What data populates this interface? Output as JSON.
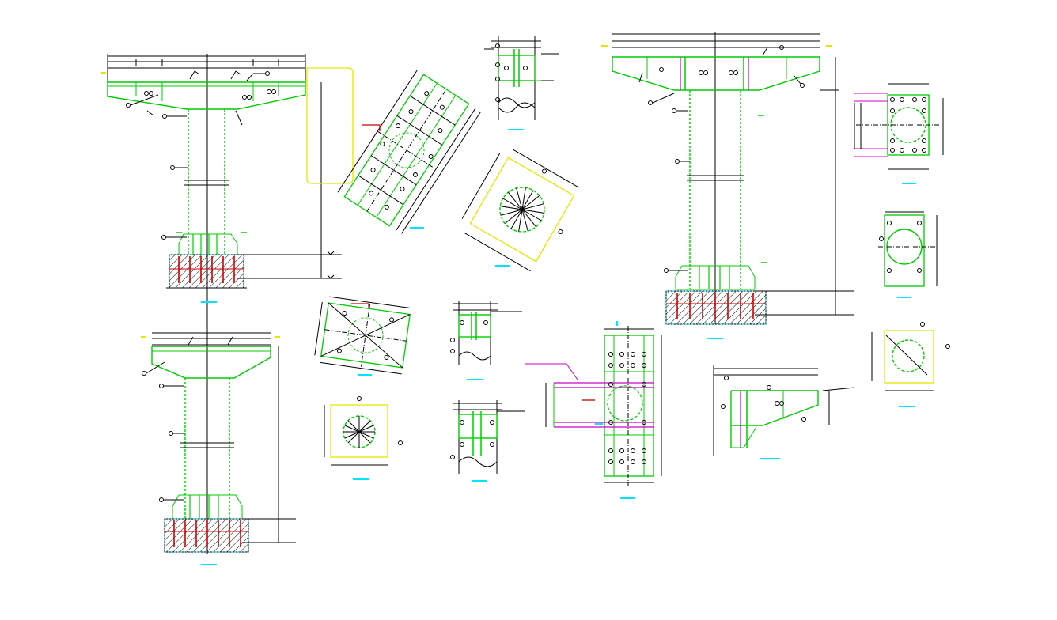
{
  "drawing": {
    "colors": {
      "background": "#ffffff",
      "outline": "#000000",
      "steel": "#00cc00",
      "hatch_fill": "#000000",
      "rebar": "#cc0000",
      "grout": "#00bcd4",
      "plate": "#e6e600",
      "bolt": "#cc00cc",
      "title_mark": "#00e5ff"
    },
    "details": [
      {
        "name": "tree-column-large-left",
        "kind": "elevation"
      },
      {
        "name": "tree-column-small-left",
        "kind": "elevation"
      },
      {
        "name": "tree-column-right",
        "kind": "elevation"
      },
      {
        "name": "rotated-node-plan",
        "kind": "plan"
      },
      {
        "name": "node-detail-top",
        "kind": "section"
      },
      {
        "name": "radial-plate-detail",
        "kind": "plan"
      },
      {
        "name": "node-plan-mid",
        "kind": "plan"
      },
      {
        "name": "node-section-mid",
        "kind": "section"
      },
      {
        "name": "radial-plate-small",
        "kind": "plan"
      },
      {
        "name": "node-section-lower",
        "kind": "section"
      },
      {
        "name": "bolted-splice-center",
        "kind": "elevation"
      },
      {
        "name": "bracket-connection",
        "kind": "section"
      },
      {
        "name": "ring-plate-plan-top",
        "kind": "plan"
      },
      {
        "name": "ring-plate-plan-mid",
        "kind": "plan"
      },
      {
        "name": "ring-plate-plan-lower",
        "kind": "plan"
      }
    ]
  }
}
